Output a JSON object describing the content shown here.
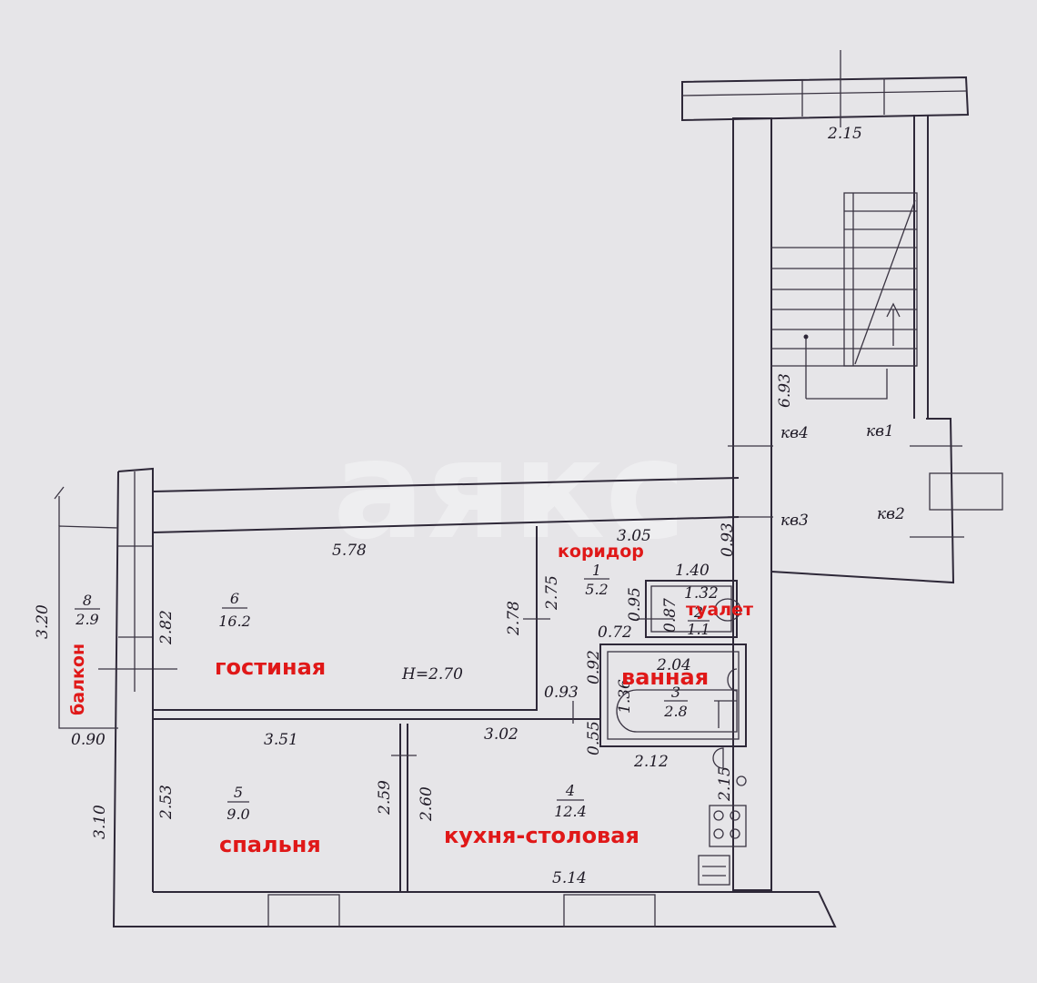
{
  "watermark": "аякс",
  "rooms": {
    "living": {
      "name": "гостиная",
      "number": "6",
      "area": "16.2"
    },
    "bedroom": {
      "name": "спальня",
      "number": "5",
      "area": "9.0"
    },
    "kitchen": {
      "name": "кухня-столовая",
      "number": "4",
      "area": "12.4"
    },
    "corridor": {
      "name": "коридор",
      "number": "1",
      "area": "5.2"
    },
    "toilet": {
      "name": "туалет",
      "number": "2",
      "area": "1.1"
    },
    "bathroom": {
      "name": "ванная",
      "number": "3",
      "area": "2.8"
    },
    "balcony": {
      "name": "балкон",
      "number": "8",
      "area": "2.9"
    }
  },
  "height_label": "H=2.70",
  "apartments": {
    "kv1": "кв1",
    "kv2": "кв2",
    "kv3": "кв3",
    "kv4": "кв4"
  },
  "dimensions": {
    "stair_width": "2.15",
    "stair_length": "6.93",
    "landing": "0.93",
    "living_width": "5.78",
    "living_left": "2.82",
    "living_right": "2.78",
    "living_right2": "2.75",
    "corridor_width": "3.05",
    "toilet_outer": "1.40",
    "toilet_inner": "1.32",
    "toilet_h1": "0.95",
    "toilet_h2": "0.87",
    "door_072": "0.72",
    "bath_width": "2.04",
    "bath_092": "0.92",
    "bath_136": "1.36",
    "door_093": "0.93",
    "bath_055": "0.55",
    "bath_bottom": "2.12",
    "bedroom_width": "3.51",
    "bedroom_left": "2.53",
    "bedroom_right": "2.59",
    "kitchen_width": "3.02",
    "kitchen_left": "2.60",
    "kitchen_bottom": "5.14",
    "kitchen_215": "2.15",
    "balcony_height": "3.20",
    "balcony_width": "0.90",
    "lower_left": "3.10"
  }
}
